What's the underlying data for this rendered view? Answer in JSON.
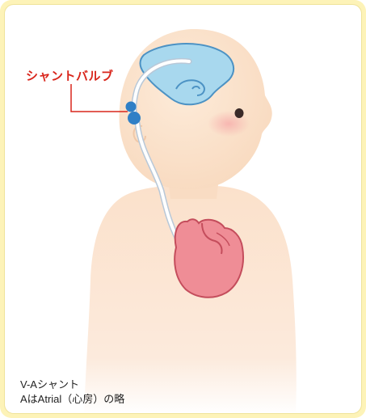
{
  "labels": {
    "shunt_valve": "シャントバルブ"
  },
  "caption": {
    "line1": "V-Aシャント",
    "line2": "AはAtrial（心房）の略"
  },
  "colors": {
    "frame_background": "#fdf3b8",
    "label_red": "#d9261c",
    "skin": "#fbe2cc",
    "ventricle_blue": "#a8d8ee",
    "valve_blue": "#2f7fc6",
    "heart_pink": "#ef8d96",
    "tube_white": "#ffffff"
  }
}
